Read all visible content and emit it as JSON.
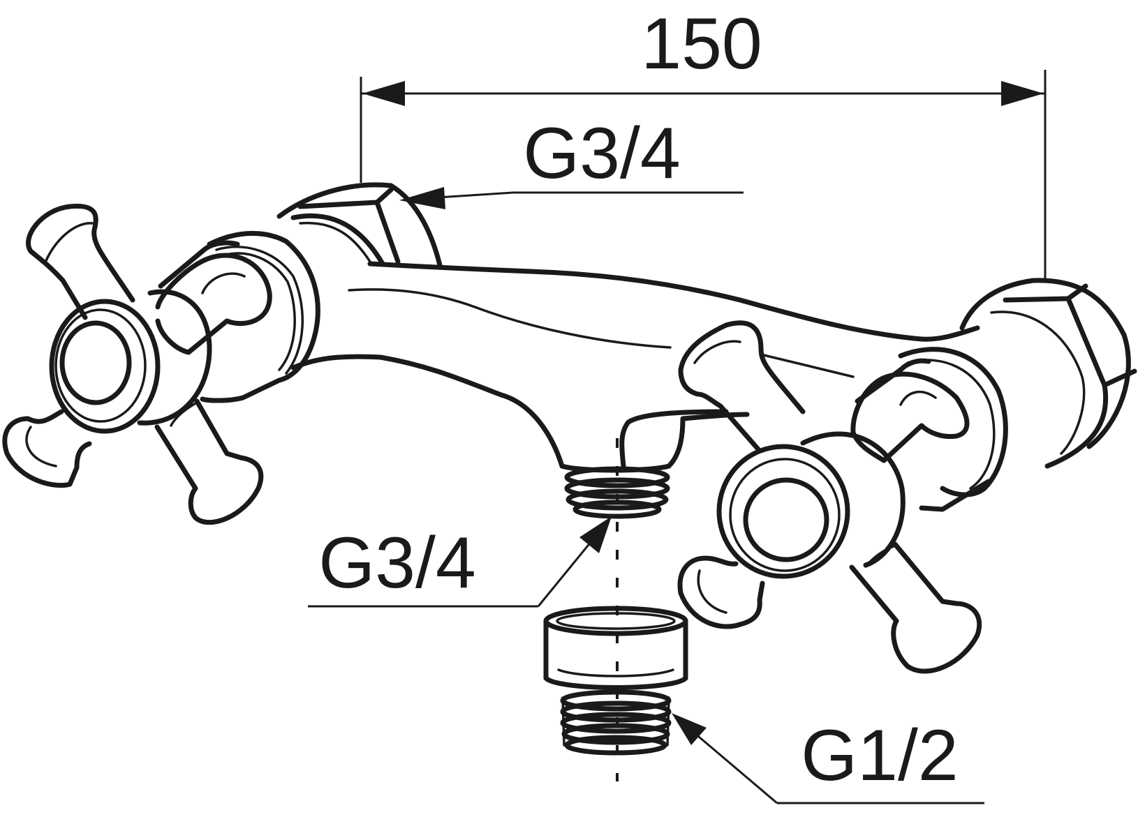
{
  "dimensions": {
    "width_label": "150"
  },
  "callouts": {
    "top_connection": "G3/4",
    "outlet_connection": "G3/4",
    "adapter_connection": "G1/2"
  },
  "colors": {
    "ink": "#1a1a1a",
    "background": "#ffffff"
  }
}
